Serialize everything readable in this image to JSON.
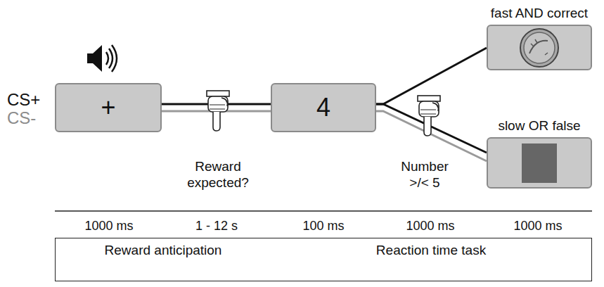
{
  "diagram": {
    "nodes": [
      {
        "text": [
          "+"
        ]
      },
      {
        "text": [
          "4"
        ]
      },
      {
        "text": [
          "fast AND correct"
        ]
      },
      {
        "text": [
          "slow OR false"
        ]
      },
      {
        "text": [
          "Reward anticipation"
        ]
      },
      {
        "text": [
          "Reaction time task"
        ]
      }
    ],
    "edges": [
      {
        "from": 0,
        "to": 1,
        "arrow": "none"
      },
      {
        "from": 0,
        "to": 1,
        "arrow": "none"
      },
      {
        "from": 1,
        "to": 2,
        "arrow": "none"
      },
      {
        "from": 1,
        "to": 3,
        "arrow": "none"
      },
      {
        "from": 1,
        "to": 3,
        "arrow": "none"
      }
    ],
    "labels": [
      "CS+",
      "CS-",
      "Reward expected?",
      "Number >/< 5",
      "1000 ms",
      "1 - 12 s",
      "100 ms",
      "1000 ms",
      "1000 ms"
    ]
  }
}
